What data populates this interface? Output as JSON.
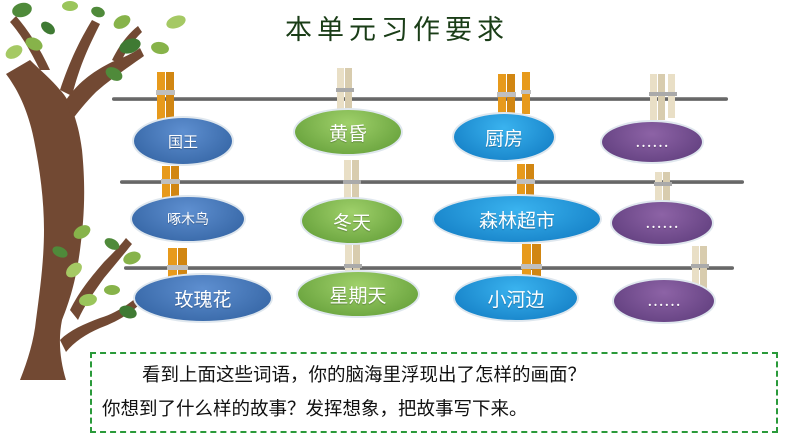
{
  "title": "本单元习作要求",
  "rows": [
    {
      "labels": [
        "国王",
        "黄昏",
        "厨房",
        "……"
      ]
    },
    {
      "labels": [
        "啄木鸟",
        "冬天",
        "森林超市",
        "……"
      ]
    },
    {
      "labels": [
        "玫瑰花",
        "星期天",
        "小河边",
        "……"
      ]
    }
  ],
  "prompt": {
    "line1": "看到上面这些词语，你的脑海里浮现出了怎样的画面？",
    "line2": "你想到了什么样的故事？发挥想象，把故事写下来。"
  },
  "colors": {
    "blue": "#3d6fb0",
    "green": "#7ab648",
    "cyan": "#1a8fd6",
    "purple": "#6b4888",
    "pin_orange": "#e79a1c",
    "pin_wood": "#e9dfc6",
    "dashed_border": "#2a9a3a"
  }
}
